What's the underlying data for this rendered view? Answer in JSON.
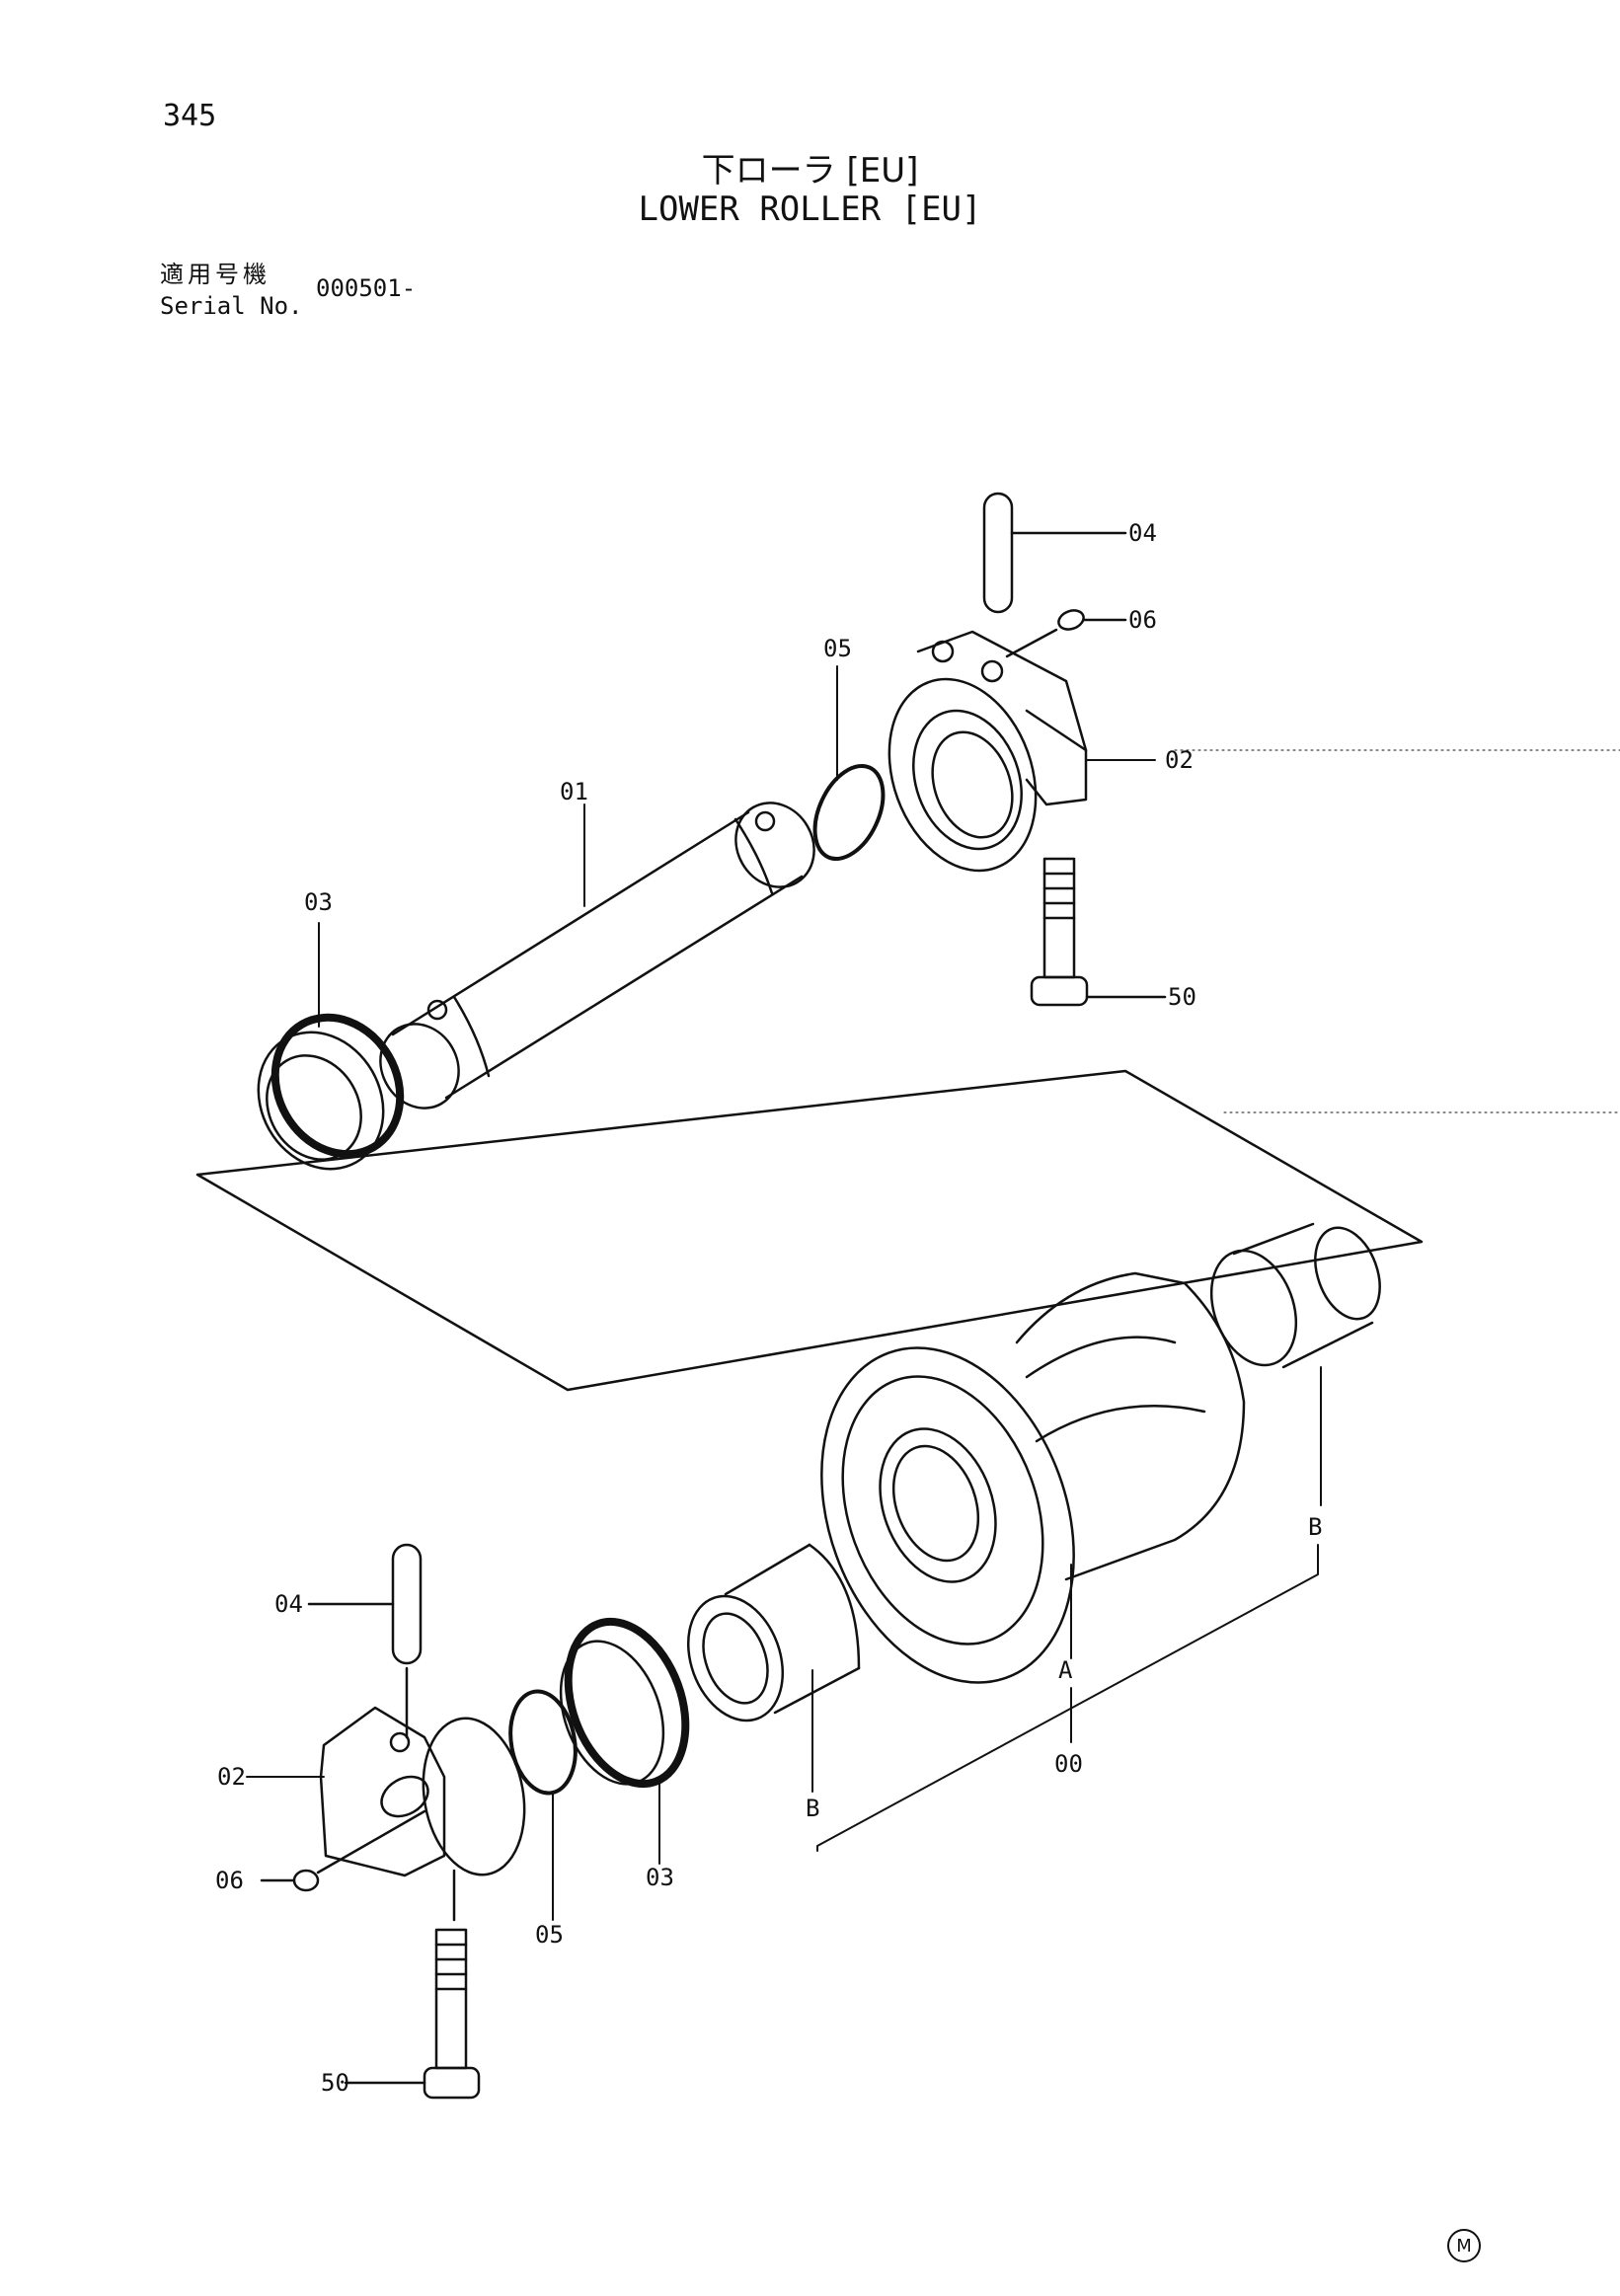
{
  "page_number": "345",
  "title_jp": "下ローラ [EU]",
  "title_en": "LOWER ROLLER [EU]",
  "serial": {
    "label_jp": "適用号機",
    "label_en": "Serial No.",
    "value": "000501-"
  },
  "callouts": {
    "p01": "01",
    "p02_top": "02",
    "p03_top": "03",
    "p04_top": "04",
    "p05_top": "05",
    "p06_top": "06",
    "p50_top": "50",
    "p00": "00",
    "pA": "A",
    "pB_right": "B",
    "pB_left": "B",
    "p04_bot": "04",
    "p02_bot": "02",
    "p06_bot": "06",
    "p05_bot": "05",
    "p03_bot": "03",
    "p50_bot": "50"
  },
  "corner_mark": "M"
}
